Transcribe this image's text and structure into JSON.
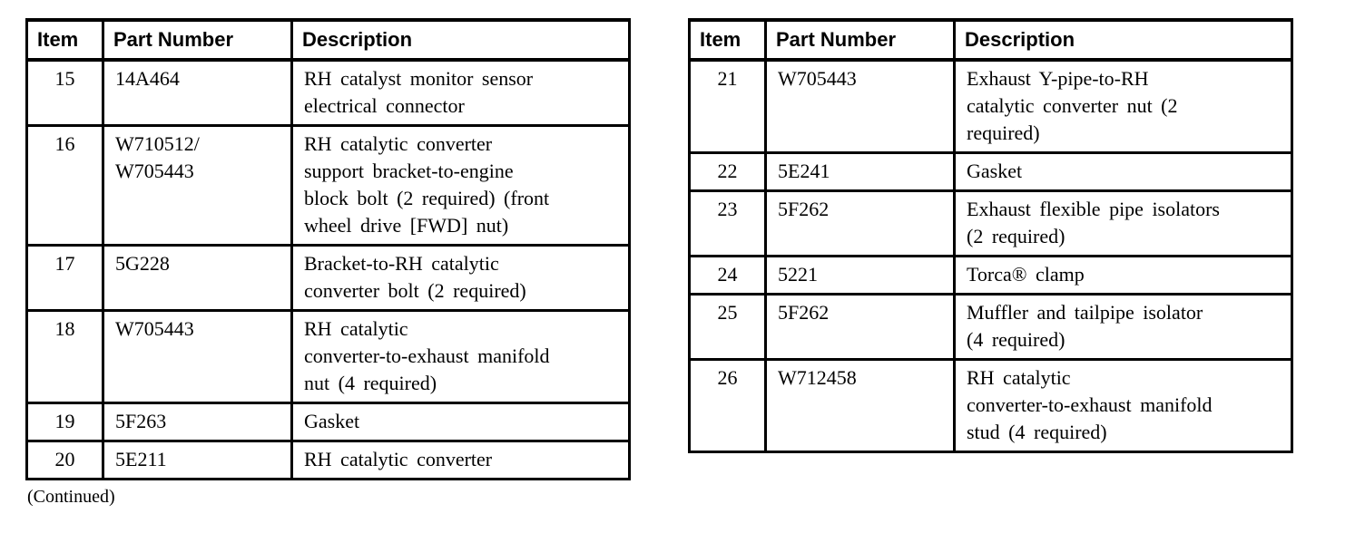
{
  "page": {
    "continued_label": "(Continued)"
  },
  "colors": {
    "text": "#000000",
    "border": "#000000",
    "background": "#ffffff"
  },
  "tables": [
    {
      "name": "parts-table-items-15-20",
      "headers": [
        "Item",
        "Part Number",
        "Description"
      ],
      "rows": [
        {
          "item": "15",
          "part_number": "14A464",
          "description": "RH catalyst monitor sensor\nelectrical connector"
        },
        {
          "item": "16",
          "part_number": "W710512/\nW705443",
          "description": "RH catalytic converter\nsupport bracket-to-engine\nblock bolt (2 required) (front\nwheel drive [FWD] nut)"
        },
        {
          "item": "17",
          "part_number": "5G228",
          "description": "Bracket-to-RH catalytic\nconverter bolt (2 required)"
        },
        {
          "item": "18",
          "part_number": "W705443",
          "description": "RH catalytic\nconverter-to-exhaust manifold\nnut (4 required)"
        },
        {
          "item": "19",
          "part_number": "5F263",
          "description": "Gasket"
        },
        {
          "item": "20",
          "part_number": "5E211",
          "description": "RH catalytic converter"
        }
      ]
    },
    {
      "name": "parts-table-items-21-26",
      "headers": [
        "Item",
        "Part Number",
        "Description"
      ],
      "rows": [
        {
          "item": "21",
          "part_number": "W705443",
          "description": "Exhaust Y-pipe-to-RH\ncatalytic converter nut (2\nrequired)"
        },
        {
          "item": "22",
          "part_number": "5E241",
          "description": "Gasket"
        },
        {
          "item": "23",
          "part_number": "5F262",
          "description": "Exhaust flexible pipe isolators\n(2 required)"
        },
        {
          "item": "24",
          "part_number": "5221",
          "description": "Torca® clamp"
        },
        {
          "item": "25",
          "part_number": "5F262",
          "description": "Muffler and tailpipe isolator\n(4 required)"
        },
        {
          "item": "26",
          "part_number": "W712458",
          "description": "RH catalytic\nconverter-to-exhaust manifold\nstud (4 required)"
        }
      ]
    }
  ]
}
